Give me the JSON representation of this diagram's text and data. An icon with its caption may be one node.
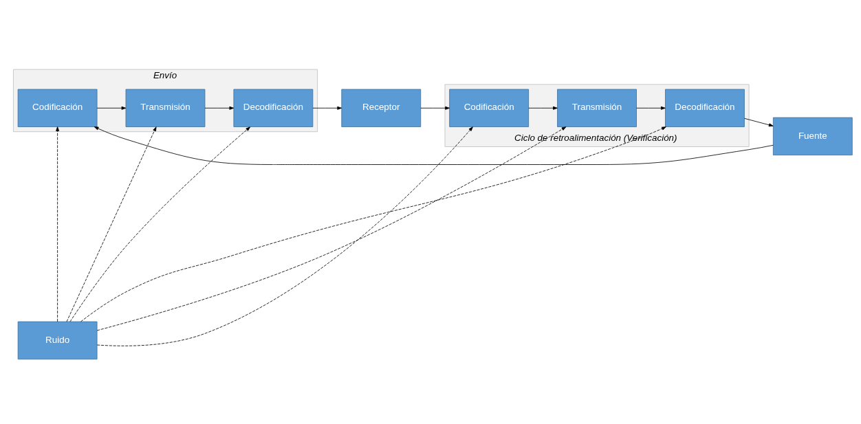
{
  "diagram": {
    "nodes": [
      {
        "text": [
          "Envío"
        ]
      },
      {
        "text": [
          "Codificación"
        ],
        "in": 0
      },
      {
        "text": [
          "Transmisión"
        ],
        "in": 0
      },
      {
        "text": [
          "Decodificación"
        ],
        "in": 0
      },
      {
        "text": [
          "Fuente"
        ]
      },
      {
        "text": [
          "Ruido"
        ]
      },
      {
        "text": [
          "Receptor"
        ]
      },
      {
        "text": [
          "Ciclo de retroalimentación (Verificación)"
        ]
      },
      {
        "text": [
          "Decodificación"
        ],
        "in": 7
      },
      {
        "text": [
          "Transmisión"
        ],
        "in": 7
      },
      {
        "text": [
          "Codificación"
        ],
        "in": 7
      }
    ],
    "edges": [
      {
        "from": 4,
        "to": 1,
        "arrow": "to"
      },
      {
        "from": 1,
        "to": 2,
        "arrow": "to"
      },
      {
        "from": 2,
        "to": 3,
        "arrow": "to"
      },
      {
        "from": 3,
        "to": 6,
        "arrow": "to"
      },
      {
        "from": 6,
        "to": 10,
        "arrow": "to"
      },
      {
        "from": 10,
        "to": 9,
        "arrow": "to"
      },
      {
        "from": 9,
        "to": 8,
        "arrow": "to"
      },
      {
        "from": 8,
        "to": 4,
        "arrow": "to"
      },
      {
        "from": 5,
        "to": 1,
        "arrow": "to",
        "style": "dashed"
      },
      {
        "from": 5,
        "to": 2,
        "arrow": "to",
        "style": "dashed"
      },
      {
        "from": 5,
        "to": 3,
        "arrow": "to",
        "style": "dashed"
      },
      {
        "from": 5,
        "to": 8,
        "arrow": "to",
        "style": "dashed"
      },
      {
        "from": 5,
        "to": 9,
        "arrow": "to",
        "style": "dashed"
      },
      {
        "from": 5,
        "to": 10,
        "arrow": "to",
        "style": "dashed"
      }
    ]
  }
}
